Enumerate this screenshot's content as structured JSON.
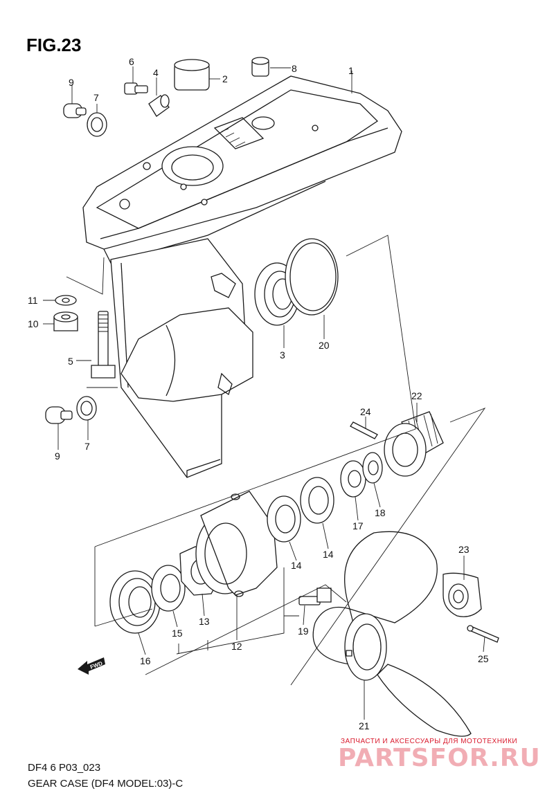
{
  "figure": {
    "title": "FIG.23",
    "code": "DF4 6 P03_023",
    "caption": "GEAR CASE (DF4 MODEL:03)-C"
  },
  "fwd_label": "FWD",
  "watermark": {
    "tagline": "ЗАПЧАСТИ И АКСЕССУАРЫ ДЛЯ МОТОТЕХНИКИ",
    "brand": "PARTSFOR.RU",
    "color": "#d9182b"
  },
  "callouts": {
    "c1": "1",
    "c2": "2",
    "c3": "3",
    "c4": "4",
    "c5": "5",
    "c6": "6",
    "c7a": "7",
    "c7b": "7",
    "c8": "8",
    "c9a": "9",
    "c9b": "9",
    "c10": "10",
    "c11": "11",
    "c12": "12",
    "c13": "13",
    "c14a": "14",
    "c14b": "14",
    "c15": "15",
    "c16": "16",
    "c17": "17",
    "c18": "18",
    "c19": "19",
    "c20": "20",
    "c21": "21",
    "c22": "22",
    "c23": "23",
    "c24": "24",
    "c25": "25"
  }
}
